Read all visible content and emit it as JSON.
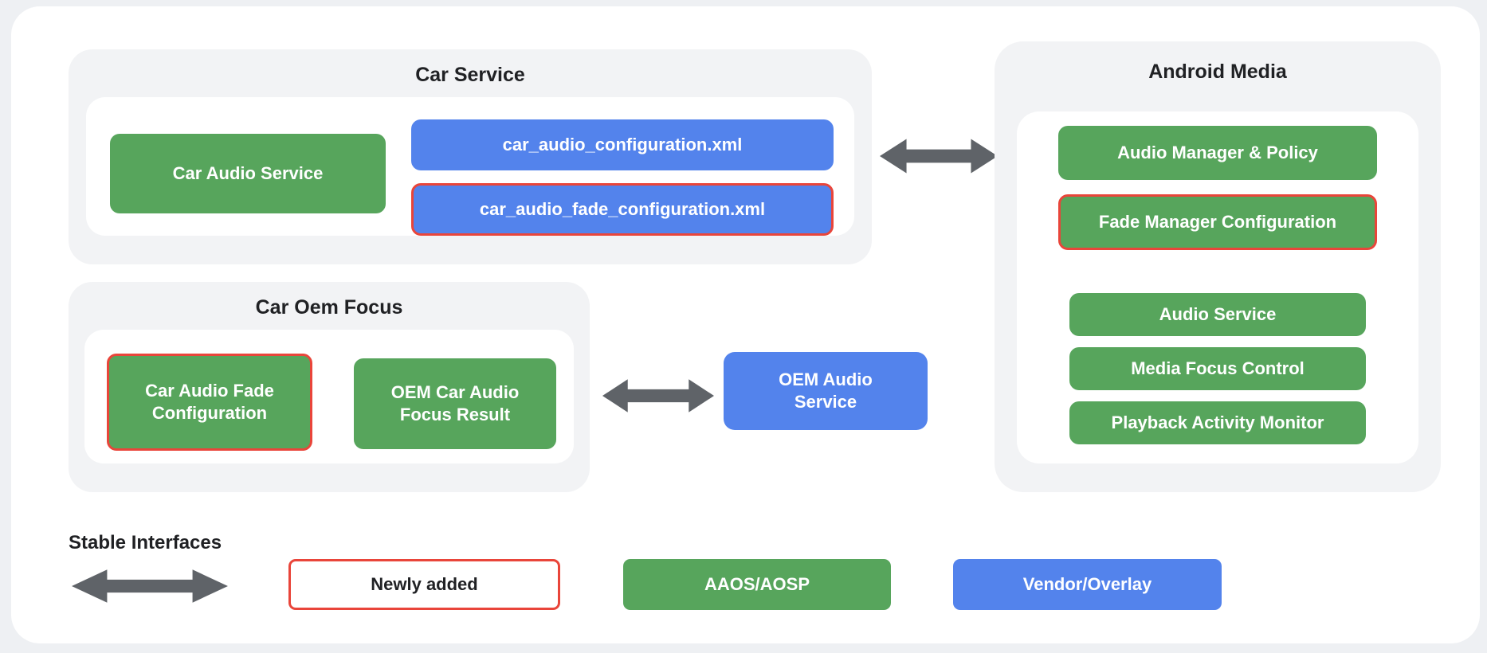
{
  "colors": {
    "page-bg": "#eef0f3",
    "card-bg": "#ffffff",
    "group-bg": "#f2f3f5",
    "green": "#57a55c",
    "blue": "#5383ec",
    "red": "#e9453a",
    "arrow": "#5f6368",
    "text-dark": "#202124",
    "text-light": "#ffffff"
  },
  "groups": {
    "car_service": {
      "title": "Car Service",
      "car_audio_service": "Car Audio Service",
      "config_xml": "car_audio_configuration.xml",
      "fade_config_xml": "car_audio_fade_configuration.xml"
    },
    "android_media": {
      "title": "Android Media",
      "items": [
        {
          "label": "Audio Manager & Policy",
          "highlighted": false
        },
        {
          "label": "Fade Manager Configuration",
          "highlighted": true
        },
        {
          "label": "Audio Service",
          "highlighted": false
        },
        {
          "label": "Media Focus Control",
          "highlighted": false
        },
        {
          "label": "Playback Activity Monitor",
          "highlighted": false
        }
      ]
    },
    "car_oem_focus": {
      "title": "Car Oem Focus",
      "fade_configuration": "Car Audio Fade Configuration",
      "focus_result": "OEM Car Audio Focus Result"
    },
    "oem_audio_service": {
      "label": "OEM Audio Service"
    }
  },
  "legend": {
    "stable_interfaces": "Stable Interfaces",
    "newly_added": "Newly added",
    "aaos_aosp": "AAOS/AOSP",
    "vendor_overlay": "Vendor/Overlay"
  }
}
